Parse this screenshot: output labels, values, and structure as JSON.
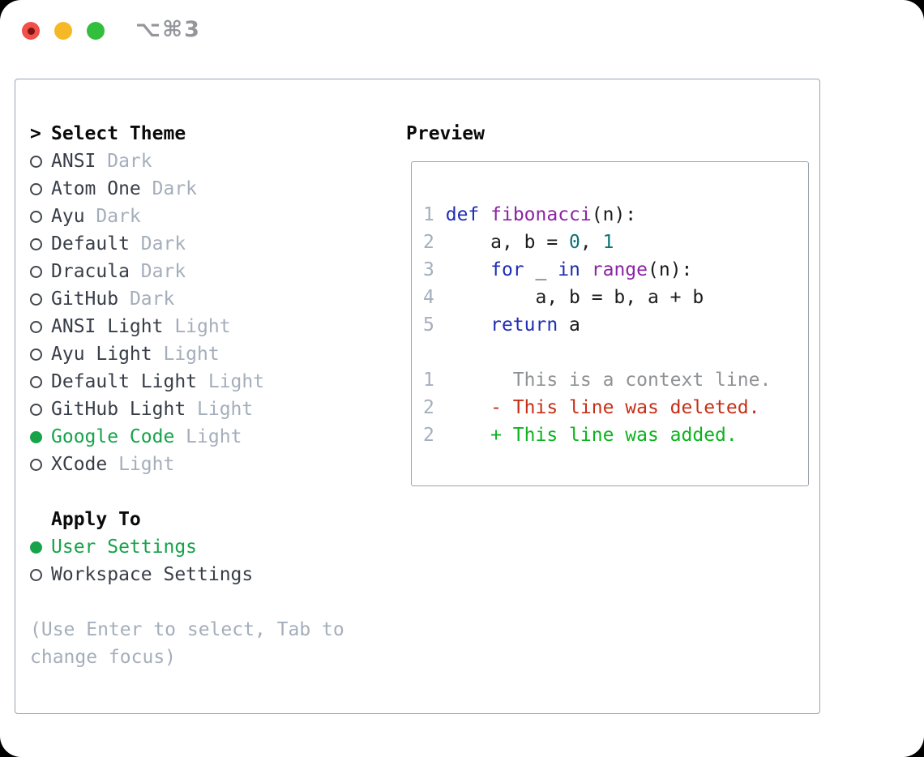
{
  "window": {
    "title": "⌥⌘3"
  },
  "traffic_lights": {
    "close": "close-button",
    "minimize": "minimize-button",
    "zoom": "zoom-button"
  },
  "theme_selector": {
    "prompt": ">",
    "title": "Select Theme",
    "items": [
      {
        "name": "ANSI",
        "variant": "Dark",
        "selected": false
      },
      {
        "name": "Atom One",
        "variant": "Dark",
        "selected": false
      },
      {
        "name": "Ayu",
        "variant": "Dark",
        "selected": false
      },
      {
        "name": "Default",
        "variant": "Dark",
        "selected": false
      },
      {
        "name": "Dracula",
        "variant": "Dark",
        "selected": false
      },
      {
        "name": "GitHub",
        "variant": "Dark",
        "selected": false
      },
      {
        "name": "ANSI Light",
        "variant": "Light",
        "selected": false
      },
      {
        "name": "Ayu Light",
        "variant": "Light",
        "selected": false
      },
      {
        "name": "Default Light",
        "variant": "Light",
        "selected": false
      },
      {
        "name": "GitHub Light",
        "variant": "Light",
        "selected": false
      },
      {
        "name": "Google Code",
        "variant": "Light",
        "selected": true
      },
      {
        "name": "XCode",
        "variant": "Light",
        "selected": false
      }
    ],
    "apply_to": {
      "title": "Apply To",
      "options": [
        {
          "label": "User Settings",
          "selected": true
        },
        {
          "label": "Workspace Settings",
          "selected": false
        }
      ]
    },
    "help": "(Use Enter to select, Tab to change focus)"
  },
  "preview": {
    "title": "Preview",
    "code_lines": [
      {
        "num": "1",
        "segments": [
          {
            "t": "def",
            "c": "kw"
          },
          {
            "t": " ",
            "c": "pl"
          },
          {
            "t": "fibonacci",
            "c": "fn"
          },
          {
            "t": "(n):",
            "c": "pl"
          }
        ]
      },
      {
        "num": "2",
        "segments": [
          {
            "t": "    a, b = ",
            "c": "pl"
          },
          {
            "t": "0",
            "c": "num"
          },
          {
            "t": ", ",
            "c": "pl"
          },
          {
            "t": "1",
            "c": "num"
          }
        ]
      },
      {
        "num": "3",
        "segments": [
          {
            "t": "    ",
            "c": "pl"
          },
          {
            "t": "for",
            "c": "kw"
          },
          {
            "t": " _ ",
            "c": "pl"
          },
          {
            "t": "in",
            "c": "kw"
          },
          {
            "t": " ",
            "c": "pl"
          },
          {
            "t": "range",
            "c": "fn"
          },
          {
            "t": "(n):",
            "c": "pl"
          }
        ]
      },
      {
        "num": "4",
        "segments": [
          {
            "t": "        a, b = b, a + b",
            "c": "pl"
          }
        ]
      },
      {
        "num": "5",
        "segments": [
          {
            "t": "    ",
            "c": "pl"
          },
          {
            "t": "return",
            "c": "kw"
          },
          {
            "t": " a",
            "c": "pl"
          }
        ]
      }
    ],
    "diff_lines": [
      {
        "num": "1",
        "segments": [
          {
            "t": "      This is a context line.",
            "c": "ctx"
          }
        ]
      },
      {
        "num": "2",
        "segments": [
          {
            "t": "    - This line was deleted.",
            "c": "del"
          }
        ]
      },
      {
        "num": "2",
        "segments": [
          {
            "t": "    + This line was added.",
            "c": "add"
          }
        ]
      }
    ]
  },
  "colors": {
    "kw": "#1f2eb3",
    "fn": "#8c24a4",
    "num": "#0e7374",
    "pl": "#1c1c1c",
    "ln": "#a4afbd",
    "ctx": "#8f9295",
    "del": "#c62f16",
    "add": "#0db31e",
    "accent": "#16a34a",
    "text": "#383e48",
    "muted": "#a4aebb",
    "header": "#0a0a0a",
    "border": "#9aa3ae",
    "ring": "#42474f",
    "title": "#95969b",
    "light_red": "#f1504b",
    "light_red_dot": "#7c150d",
    "light_yellow": "#f6b926",
    "light_green": "#32bf3d"
  }
}
